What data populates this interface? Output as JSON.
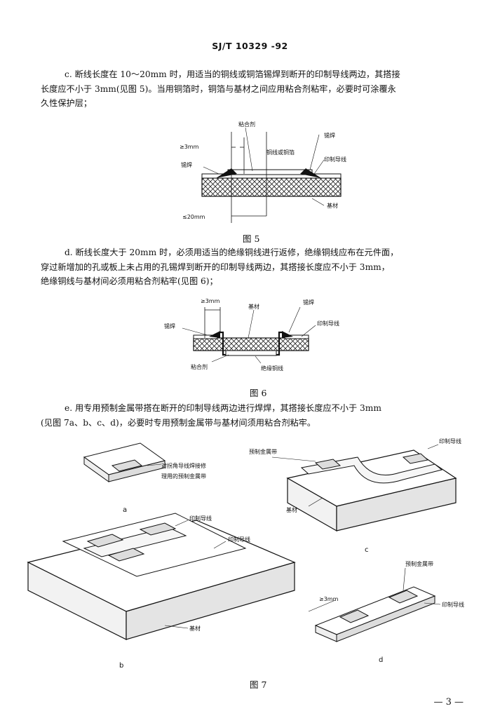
{
  "header": "SJ/T 10329 -92",
  "para_c": {
    "line1": "c.  断线长度在 10～20mm 时，用适当的铜线或铜箔锡焊到断开的印制导线两边，其搭接",
    "line2": "长度应不小于 3mm(见图 5)。当用铜箔时，铜箔与基材之间应用粘合剂粘牢，必要时可涂覆永",
    "line3": "久性保护层；"
  },
  "fig5": {
    "caption": "图 5",
    "label_adhesive": "粘合剂",
    "label_solder_right": "锡焊",
    "label_3mm": "≥3mm",
    "label_wire_foil": "铜线或铜箔",
    "label_conductor": "印制导线",
    "label_solder_left": "锡焊",
    "label_substrate": "基材",
    "label_20mm": "≤20mm"
  },
  "para_d": {
    "line1": "d.  断线长度大于 20mm 时，必须用适当的绝缘铜线进行返修，绝缘铜线应布在元件面，",
    "line2": "穿过新增加的孔或板上未占用的孔锡焊到断开的印制导线两边，其搭接长度应不小于 3mm，",
    "line3": "绝缘铜线与基材间必须用粘合剂粘牢(见图 6)；"
  },
  "fig6": {
    "caption": "图 6",
    "label_3mm": "≥3mm",
    "label_substrate": "基材",
    "label_solder_right": "锡焊",
    "label_conductor": "印制导线",
    "label_solder_left": "锡焊",
    "label_adhesive": "粘合剂",
    "label_insulated": "绝缘铜线"
  },
  "para_e": {
    "line1": "e.  用专用预制金属带搭在断开的印制导线两边进行焊焊，其搭接长度应不小于 3mm",
    "line2": "(见图 7a、b、c、d)，必要时专用预制金属带与基材间须用粘合剂粘牢。"
  },
  "fig7": {
    "caption": "图 7",
    "a_label1": "对拐角导线焊接修",
    "a_label2": "理用的预制金属带",
    "a_tag": "a",
    "b_conductor1": "印制导线",
    "b_conductor2": "印制导线",
    "b_substrate": "基材",
    "b_tag": "b",
    "c_conductor": "印制导线",
    "c_strip": "预制金属带",
    "c_substrate": "基材",
    "c_tag": "c",
    "d_strip": "预制金属带",
    "d_3mm": "≥3mm",
    "d_conductor": "印制导线",
    "d_tag": "d"
  },
  "page_number": "— 3 —"
}
